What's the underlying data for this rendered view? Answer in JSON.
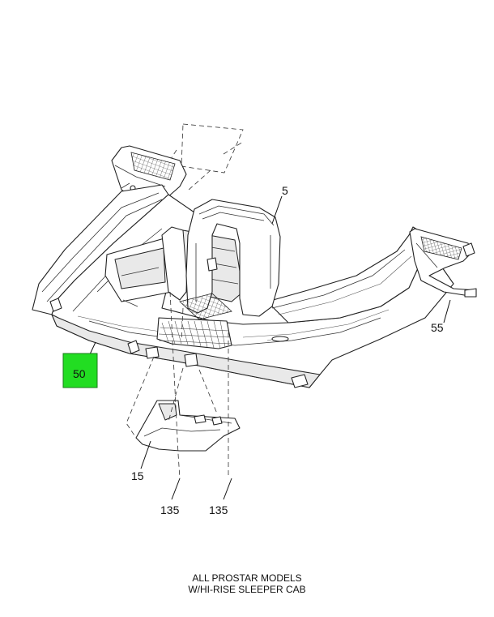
{
  "callouts": {
    "c5": "5",
    "c50": "50",
    "c55": "55",
    "c15": "15",
    "c135a": "135",
    "c135b": "135"
  },
  "highlight": {
    "part": "50",
    "color": "#22dd22"
  },
  "caption": {
    "line1": "ALL PROSTAR MODELS",
    "line2": "W/HI-RISE SLEEPER CAB"
  }
}
